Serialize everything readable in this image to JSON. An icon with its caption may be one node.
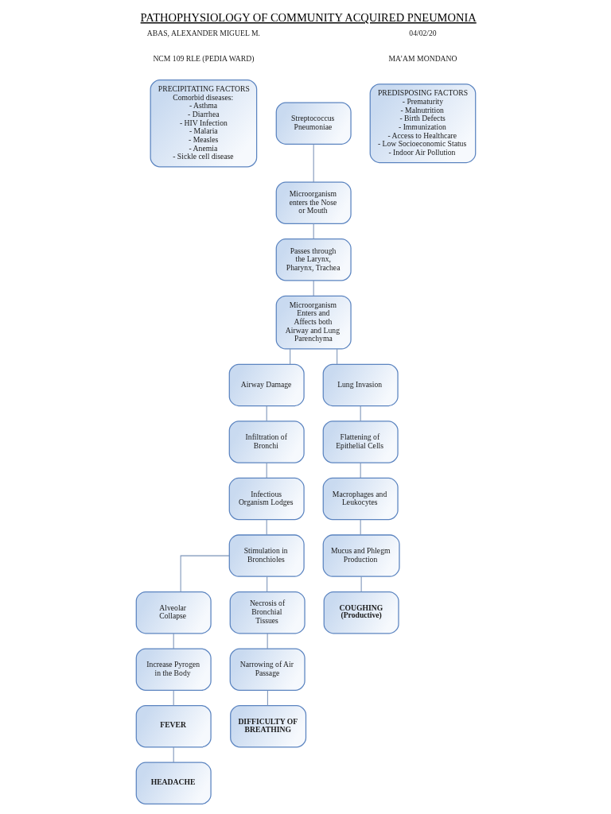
{
  "diagram": {
    "title": "PATHOPHYSIOLOGY OF COMMUNITY ACQUIRED PNEUMONIA",
    "nodes": [
      {
        "text": [
          "PRECIPITATING FACTORS",
          "Comorbid diseases:",
          "- Asthma",
          "- Diarrhea",
          "- HIV Infection",
          "- Malaria",
          "- Measles",
          "- Anemia",
          "- Sickle cell disease"
        ]
      },
      {
        "text": [
          "Streptococcus Pneumoniae"
        ]
      },
      {
        "text": [
          "PREDISPOSING FACTORS",
          "- Prematurity",
          "- Malnutrition",
          "- Birth Defects",
          "- Immunization",
          "- Access to Healthcare",
          "- Low Socioeconomic Status",
          "- Indoor Air Pollution"
        ]
      },
      {
        "text": [
          "Microorganism enters the Nose or Mouth"
        ]
      },
      {
        "text": [
          "Passes through the Larynx, Pharynx, Trachea"
        ]
      },
      {
        "text": [
          "Microorganism Enters and Affects both Airway and Lung Parenchyma"
        ]
      },
      {
        "text": [
          "Airway Damage"
        ]
      },
      {
        "text": [
          "Lung Invasion"
        ]
      },
      {
        "text": [
          "Infiltration of Bronchi"
        ]
      },
      {
        "text": [
          "Flattening of Epithelial Cells"
        ]
      },
      {
        "text": [
          "Infectious Organism Lodges"
        ]
      },
      {
        "text": [
          "Macrophages and Leukocytes"
        ]
      },
      {
        "text": [
          "Stimulation in Bronchioles"
        ]
      },
      {
        "text": [
          "Mucus and Phlegm Production"
        ]
      },
      {
        "text": [
          "Alveolar Collapse"
        ]
      },
      {
        "text": [
          "Necrosis of Bronchial Tissues"
        ]
      },
      {
        "text": [
          "COUGHING (Productive)"
        ]
      },
      {
        "text": [
          "Increase Pyrogen in the Body"
        ]
      },
      {
        "text": [
          "Narrowing of Air Passage"
        ]
      },
      {
        "text": [
          "FEVER"
        ]
      },
      {
        "text": [
          "DIFFICULTY OF BREATHING"
        ]
      },
      {
        "text": [
          "HEADACHE"
        ]
      }
    ],
    "edges": [
      {
        "from": 1,
        "to": 3,
        "arrow": "none"
      },
      {
        "from": 3,
        "to": 4,
        "arrow": "none"
      },
      {
        "from": 4,
        "to": 5,
        "arrow": "none"
      },
      {
        "from": 5,
        "to": 6,
        "arrow": "none"
      },
      {
        "from": 5,
        "to": 7,
        "arrow": "none"
      },
      {
        "from": 6,
        "to": 8,
        "arrow": "none"
      },
      {
        "from": 8,
        "to": 10,
        "arrow": "none"
      },
      {
        "from": 10,
        "to": 12,
        "arrow": "none"
      },
      {
        "from": 12,
        "to": 14,
        "arrow": "none"
      },
      {
        "from": 12,
        "to": 15,
        "arrow": "none"
      },
      {
        "from": 14,
        "to": 17,
        "arrow": "none"
      },
      {
        "from": 17,
        "to": 19,
        "arrow": "none"
      },
      {
        "from": 19,
        "to": 21,
        "arrow": "none"
      },
      {
        "from": 15,
        "to": 18,
        "arrow": "none"
      },
      {
        "from": 18,
        "to": 20,
        "arrow": "none"
      },
      {
        "from": 7,
        "to": 9,
        "arrow": "none"
      },
      {
        "from": 9,
        "to": 11,
        "arrow": "none"
      },
      {
        "from": 11,
        "to": 13,
        "arrow": "none"
      },
      {
        "from": 13,
        "to": 16,
        "arrow": "none"
      }
    ],
    "labels": [
      "ABAS, ALEXANDER MIGUEL M.",
      "04/02/20",
      "NCM 109 RLE (PEDIA WARD)",
      "MA’AM MONDANO"
    ]
  }
}
